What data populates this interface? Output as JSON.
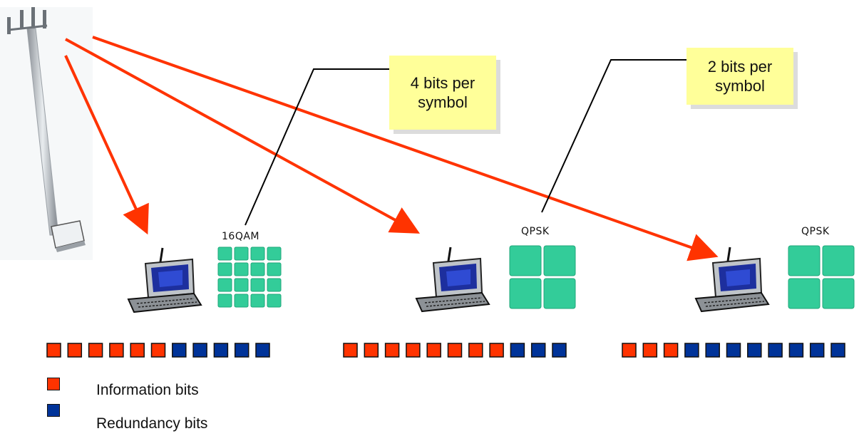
{
  "colors": {
    "information": "#ff3300",
    "redundancy": "#003399",
    "arrow": "#ff3300",
    "constellation": "#33cc99",
    "callout_bg": "#ffff99"
  },
  "callouts": [
    {
      "line1": "4 bits per",
      "line2": "symbol"
    },
    {
      "line1": "2 bits per",
      "line2": "symbol"
    }
  ],
  "terminals": [
    {
      "modulation": "16QAM",
      "grid": 4,
      "info_bits": 6,
      "redundancy_bits": 5
    },
    {
      "modulation": "QPSK",
      "grid": 2,
      "info_bits": 8,
      "redundancy_bits": 3
    },
    {
      "modulation": "QPSK",
      "grid": 2,
      "info_bits": 3,
      "redundancy_bits": 8
    }
  ],
  "legend": {
    "information_label": "Information bits",
    "redundancy_label": "Redundancy bits"
  },
  "icons": {
    "tower": "cell-tower-icon",
    "terminal": "laptop-terminal-icon"
  }
}
